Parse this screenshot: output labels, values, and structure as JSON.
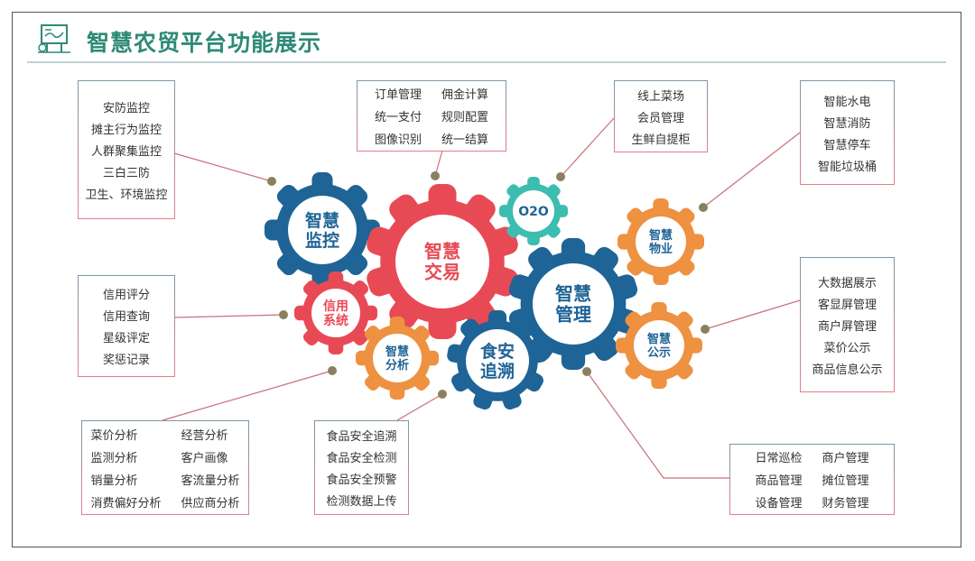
{
  "title": "智慧农贸平台功能展示",
  "colors": {
    "blue": "#1f6496",
    "red": "#e84a55",
    "teal": "#3dbdb0",
    "orange": "#ee9140",
    "title": "#2e8a76",
    "dot": "#8a8060"
  },
  "gears": {
    "monitor": [
      "智慧",
      "监控"
    ],
    "trade": [
      "智慧",
      "交易"
    ],
    "o2o": [
      "O2O"
    ],
    "manage": [
      "智慧",
      "管理"
    ],
    "property": [
      "智慧",
      "物业"
    ],
    "credit": [
      "信用",
      "系统"
    ],
    "analysis": [
      "智慧",
      "分析"
    ],
    "food": [
      "食安",
      "追溯"
    ],
    "publicity": [
      "智慧",
      "公示"
    ]
  },
  "boxes": {
    "monitor": [
      "安防监控",
      "摊主行为监控",
      "人群聚集监控",
      "三白三防",
      "卫生、环境监控"
    ],
    "trade": [
      "订单管理",
      "佣金计算",
      "统一支付",
      "规则配置",
      "图像识别",
      "统一结算"
    ],
    "o2o": [
      "线上菜场",
      "会员管理",
      "生鲜自提柜"
    ],
    "property": [
      "智能水电",
      "智慧消防",
      "智慧停车",
      "智能垃圾桶"
    ],
    "credit": [
      "信用评分",
      "信用查询",
      "星级评定",
      "奖惩记录"
    ],
    "publicity": [
      "大数据展示",
      "客显屏管理",
      "商户屏管理",
      "菜价公示",
      "商品信息公示"
    ],
    "analysis": [
      "菜价分析",
      "经营分析",
      "监测分析",
      "客户画像",
      "销量分析",
      "客流量分析",
      "消费偏好分析",
      "供应商分析"
    ],
    "food": [
      "食品安全追溯",
      "食品安全检测",
      "食品安全预警",
      "检测数据上传"
    ],
    "manage": [
      "日常巡检",
      "商户管理",
      "商品管理",
      "摊位管理",
      "设备管理",
      "财务管理"
    ]
  }
}
